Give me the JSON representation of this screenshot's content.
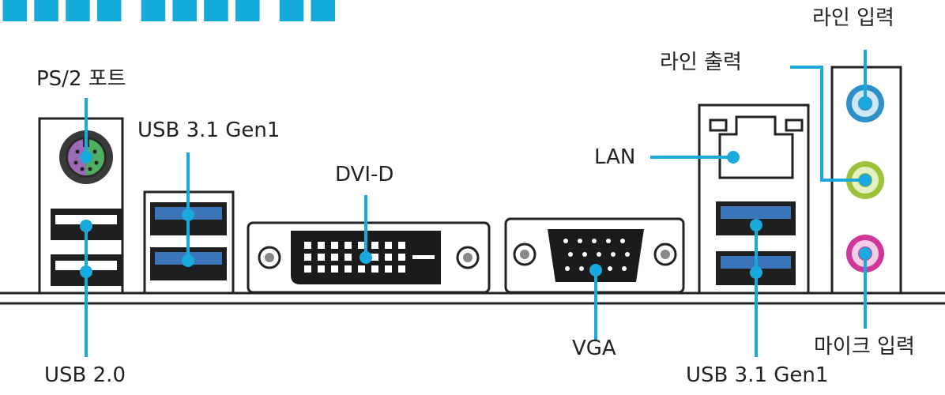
{
  "labels": {
    "ps2": "PS/2 포트",
    "usb31_top": "USB 3.1 Gen1",
    "dvi": "DVI-D",
    "lan": "LAN",
    "line_out": "라인 출력",
    "line_in": "라인 입력",
    "usb20": "USB 2.0",
    "vga": "VGA",
    "usb31_bottom": "USB 3.1 Gen1",
    "mic_in": "마이크 입력"
  },
  "colors": {
    "callout": "#19a9dc",
    "ps2_purple": "#9b6bb8",
    "ps2_green": "#4daf5f",
    "usb3_blue": "#3b74b8",
    "audio_blue": "#2f8fc9",
    "audio_green": "#9cc23a",
    "audio_pink": "#d0379a",
    "port_black": "#1b1b1b"
  }
}
